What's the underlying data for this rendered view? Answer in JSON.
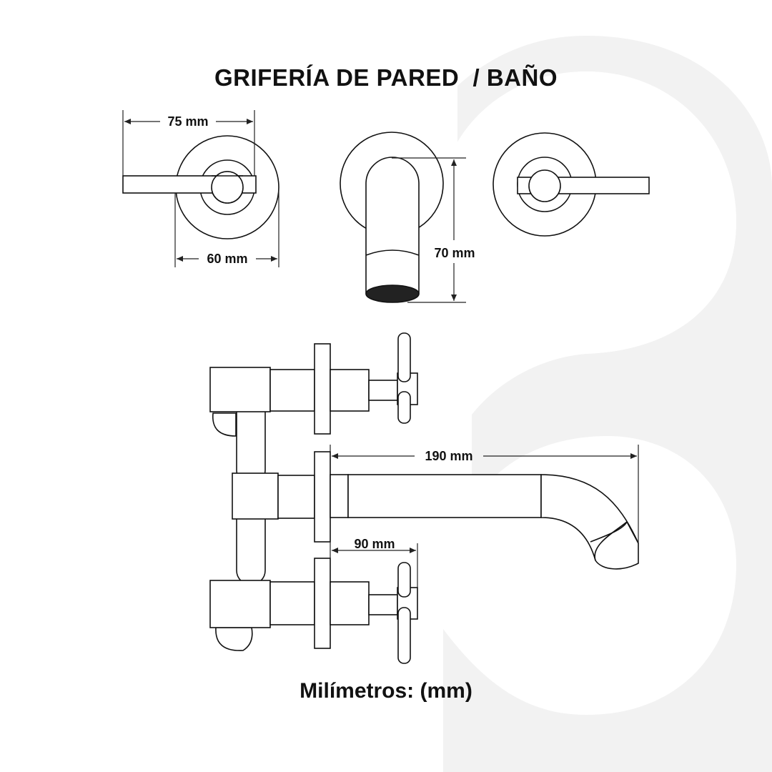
{
  "title": "GRIFERÍA DE PARED  / BAÑO",
  "footer": "Milímetros: (mm)",
  "dimensions": {
    "handle_length": "75 mm",
    "escutcheon_diameter": "60 mm",
    "spout_height": "70 mm",
    "spout_length": "190 mm",
    "handle_depth": "90 mm"
  },
  "colors": {
    "line": "#111111",
    "background_mark": "#f2f2f2",
    "spout_outlet": "#222222"
  }
}
